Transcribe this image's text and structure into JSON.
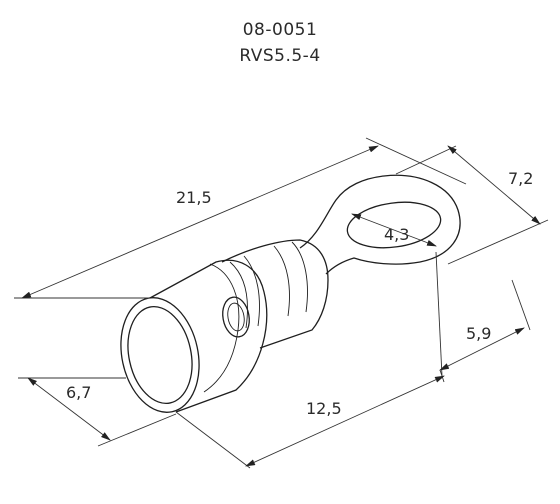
{
  "header": {
    "part_number": "08-0051",
    "model": "RVS5.5-4"
  },
  "dimensions": [
    {
      "id": "length_total",
      "label": "21,5"
    },
    {
      "id": "ring_width",
      "label": "7,2"
    },
    {
      "id": "hole_diameter",
      "label": "4,3"
    },
    {
      "id": "ring_length",
      "label": "5,9"
    },
    {
      "id": "sleeve_diameter",
      "label": "6,7"
    },
    {
      "id": "sleeve_length",
      "label": "12,5"
    }
  ],
  "colors": {
    "line": "#1f1f1f",
    "text": "#2b2b2b",
    "background": "#ffffff"
  }
}
